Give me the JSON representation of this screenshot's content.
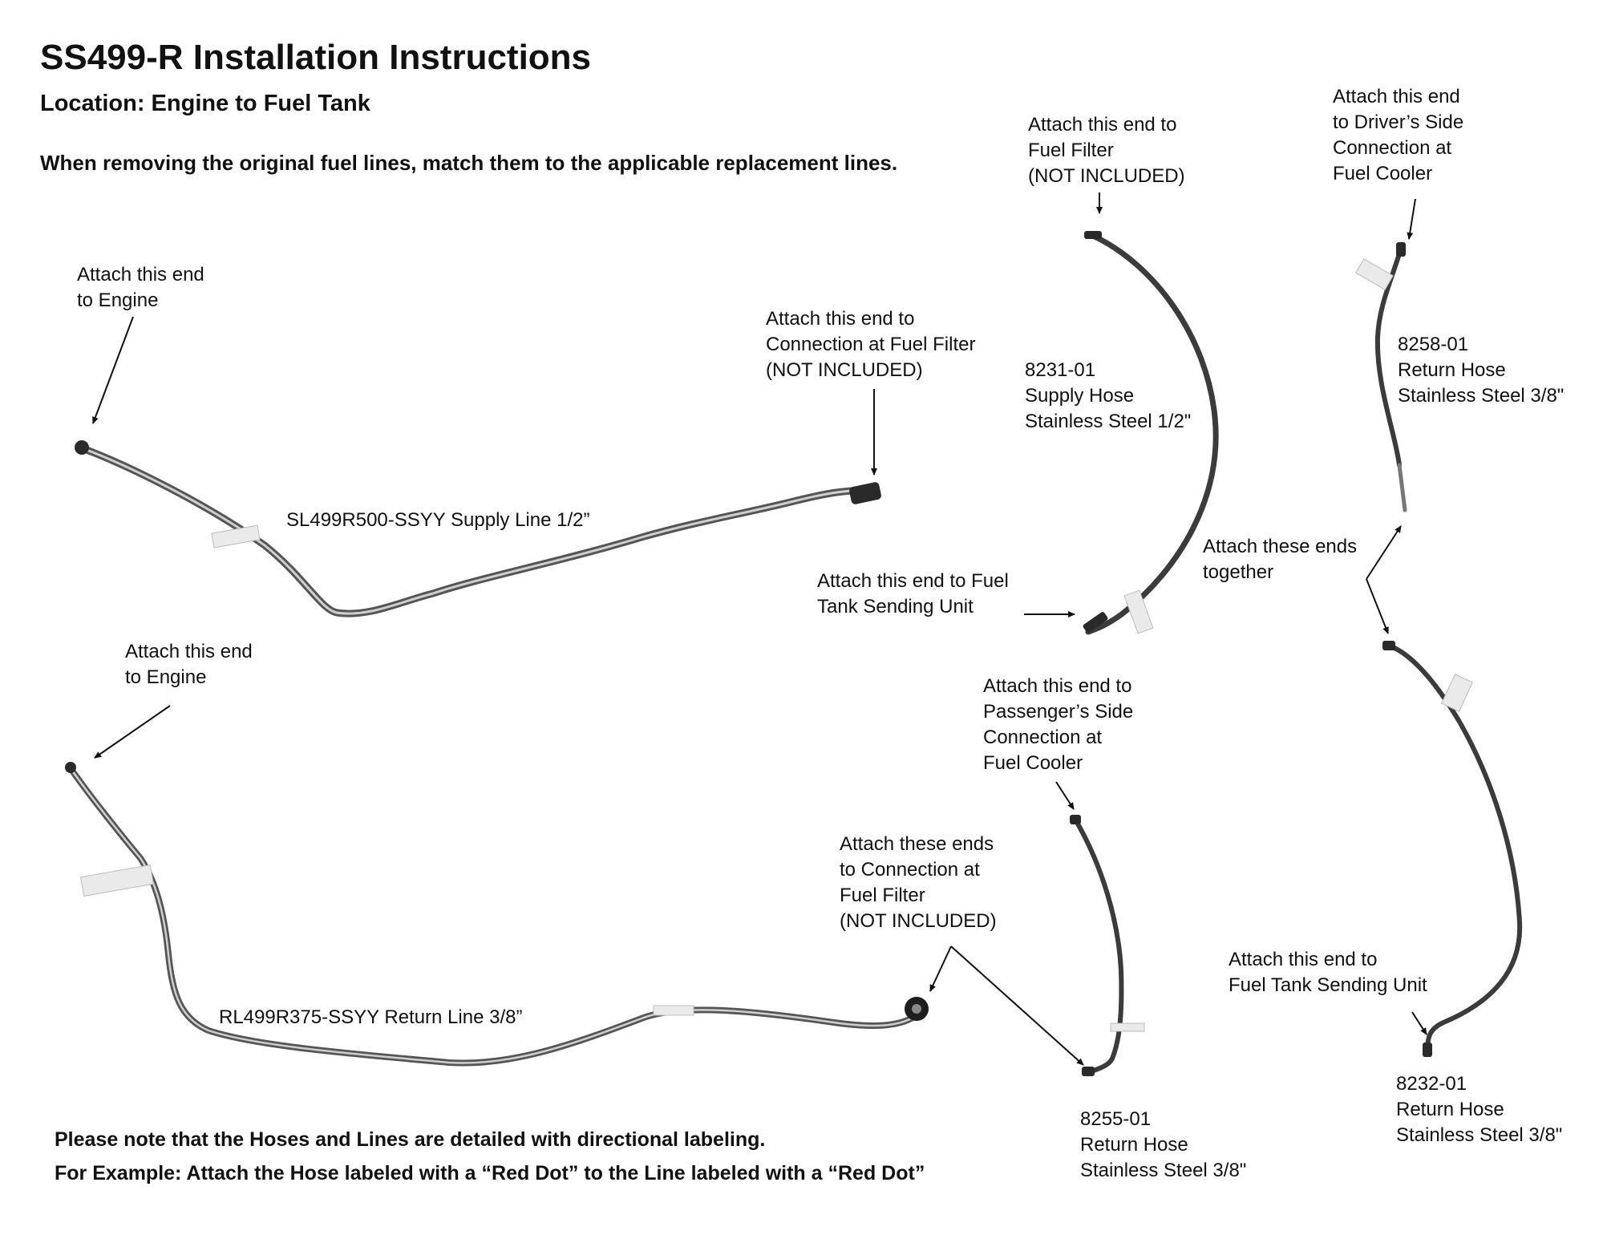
{
  "title": "SS499-R Installation Instructions",
  "subtitle": "Location: Engine to Fuel Tank",
  "intro": "When removing the original fuel lines, match them to the applicable replacement lines.",
  "notes": [
    "Please note that the Hoses and Lines are detailed with directional labeling.",
    "For Example: Attach the Hose labeled with a “Red Dot” to the Line labeled with a “Red Dot”"
  ],
  "parts": {
    "supply_line": "SL499R500-SSYY Supply Line 1/2”",
    "return_line": "RL499R375-SSYY Return Line 3/8”",
    "hose_8231": [
      "8231-01",
      "Supply Hose",
      "Stainless Steel 1/2\""
    ],
    "hose_8258": [
      "8258-01",
      "Return Hose",
      "Stainless Steel 3/8\""
    ],
    "hose_8255": [
      "8255-01",
      "Return Hose",
      "Stainless Steel 3/8\""
    ],
    "hose_8232": [
      "8232-01",
      "Return Hose",
      "Stainless Steel 3/8\""
    ]
  },
  "callouts": {
    "supply_engine": [
      "Attach this end",
      "to Engine"
    ],
    "supply_filter": [
      "Attach this end to",
      "Connection at Fuel Filter",
      "(NOT INCLUDED)"
    ],
    "hose8231_top": [
      "Attach this end to",
      "Fuel Filter",
      "(NOT INCLUDED)"
    ],
    "hose8231_bottom": [
      "Attach this end to Fuel",
      "Tank Sending Unit"
    ],
    "hose8258_top": [
      "Attach this end",
      "to Driver’s Side",
      "Connection at",
      "Fuel Cooler"
    ],
    "together": [
      "Attach these ends",
      "together"
    ],
    "return_engine": [
      "Attach this end",
      "to Engine"
    ],
    "hose8255_top": [
      "Attach this end to",
      "Passenger’s Side",
      "Connection at",
      "Fuel Cooler"
    ],
    "return_filter": [
      "Attach these ends",
      "to Connection at",
      "Fuel Filter",
      "(NOT INCLUDED)"
    ],
    "hose8232_bottom": [
      "Attach this end to",
      "Fuel Tank Sending Unit"
    ]
  },
  "colors": {
    "line": "#6f6f6f",
    "hose": "#3b3b3b",
    "label_tag": "#e8e8e8",
    "text": "#111111"
  }
}
